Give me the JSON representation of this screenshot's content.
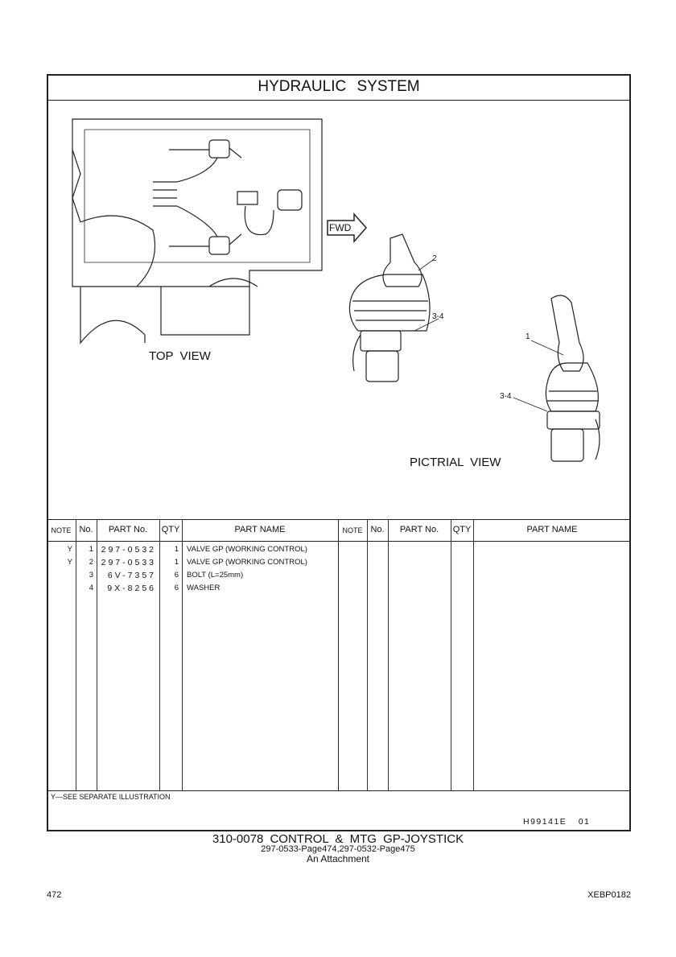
{
  "header": {
    "title": "HYDRAULIC  SYSTEM"
  },
  "illustration": {
    "top_view_label": "TOP  VIEW",
    "pictorial_view_label": "PICTRIAL  VIEW",
    "fwd_label": "FWD",
    "callouts": [
      "2",
      "3-4",
      "1",
      "3-4"
    ]
  },
  "table": {
    "headers": {
      "note": "NOTE",
      "no": "No.",
      "part_no": "PART No.",
      "qty": "QTY",
      "part_name": "PART NAME"
    },
    "rows": [
      {
        "note": "Y",
        "no": "1",
        "part_no": "297-0532",
        "qty": "1",
        "part_name": "VALVE  GP (WORKING  CONTROL)"
      },
      {
        "note": "Y",
        "no": "2",
        "part_no": "297-0533",
        "qty": "1",
        "part_name": "VALVE  GP (WORKING  CONTROL)"
      },
      {
        "note": "",
        "no": "3",
        "part_no": "6V-7357",
        "qty": "6",
        "part_name": "BOLT (L=25mm)"
      },
      {
        "note": "",
        "no": "4",
        "part_no": "9X-8256",
        "qty": "6",
        "part_name": "WASHER"
      }
    ]
  },
  "note": "Y—SEE  SEPARATE  ILLUSTRATION",
  "illustration_code": "H99141E  01",
  "caption": {
    "title": "310-0078  CONTROL & MTG GP-JOYSTICK",
    "refs": "297-0533-Page474,297-0532-Page475",
    "sub": "An Attachment"
  },
  "footer": {
    "page_number": "472",
    "doc_id": "XEBP0182"
  }
}
